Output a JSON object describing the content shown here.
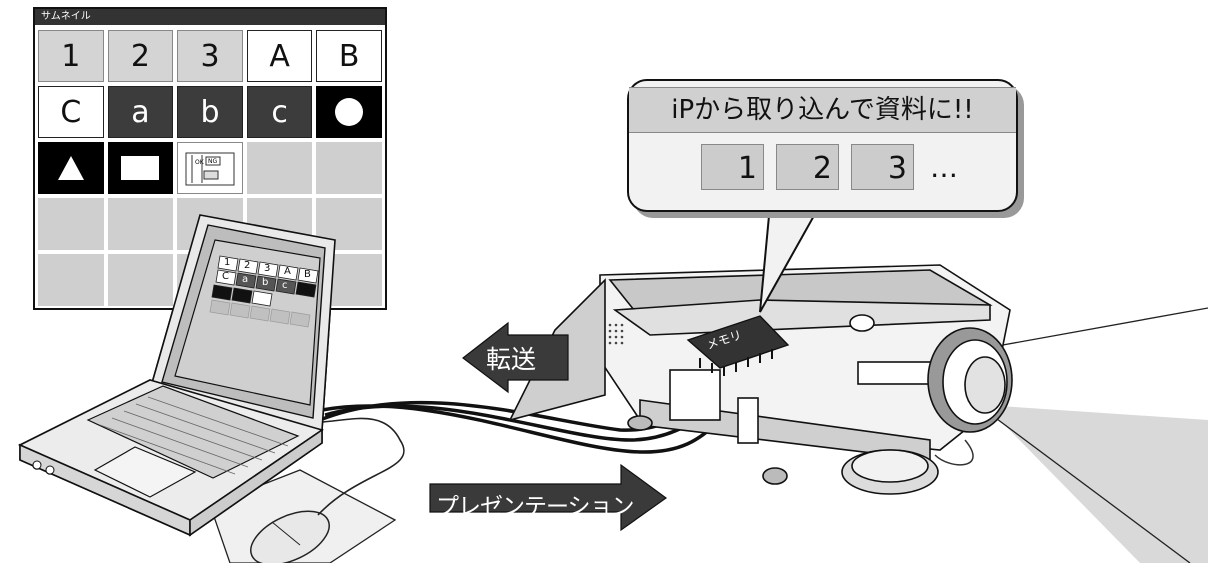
{
  "thumbnail_panel": {
    "title": "サムネイル",
    "cells": [
      "1",
      "2",
      "3",
      "A",
      "B",
      "C",
      "a",
      "b",
      "c",
      "",
      "",
      "",
      "",
      "",
      "",
      "",
      "",
      "",
      "",
      "",
      "",
      "",
      "",
      "",
      ""
    ]
  },
  "callout": {
    "title": "iPから取り込んで資料に!!",
    "items": [
      "1",
      "2",
      "3"
    ],
    "ellipsis": "…"
  },
  "labels": {
    "transfer": "転送",
    "presentation": "プレゼンテーション",
    "memory": "メモリ",
    "image_ok": "OK",
    "image_ng": "NG"
  },
  "laptop_screen": {
    "cells": [
      "1",
      "2",
      "3",
      "A",
      "B",
      "C",
      "a",
      "b",
      "c"
    ]
  }
}
